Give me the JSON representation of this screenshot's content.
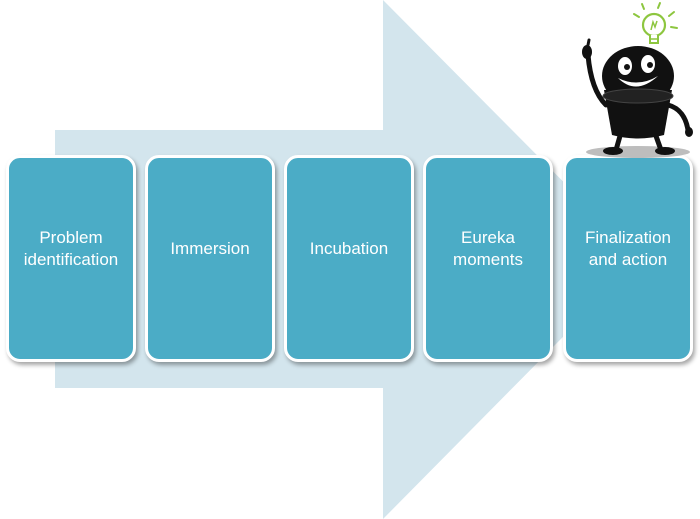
{
  "diagram": {
    "steps": [
      {
        "id": "problem-identification",
        "label": "Problem\nidentification"
      },
      {
        "id": "immersion",
        "label": "Immersion"
      },
      {
        "id": "incubation",
        "label": "Incubation"
      },
      {
        "id": "eureka-moments",
        "label": "Eureka\nmoments"
      },
      {
        "id": "finalization-and-action",
        "label": "Finalization\nand action"
      }
    ],
    "colors": {
      "arrow": "#d3e5ed",
      "box": "#4bacc6",
      "text": "#ffffff"
    },
    "decoration": {
      "mascot_icon": "lightbulb-idea-mascot-icon"
    }
  }
}
